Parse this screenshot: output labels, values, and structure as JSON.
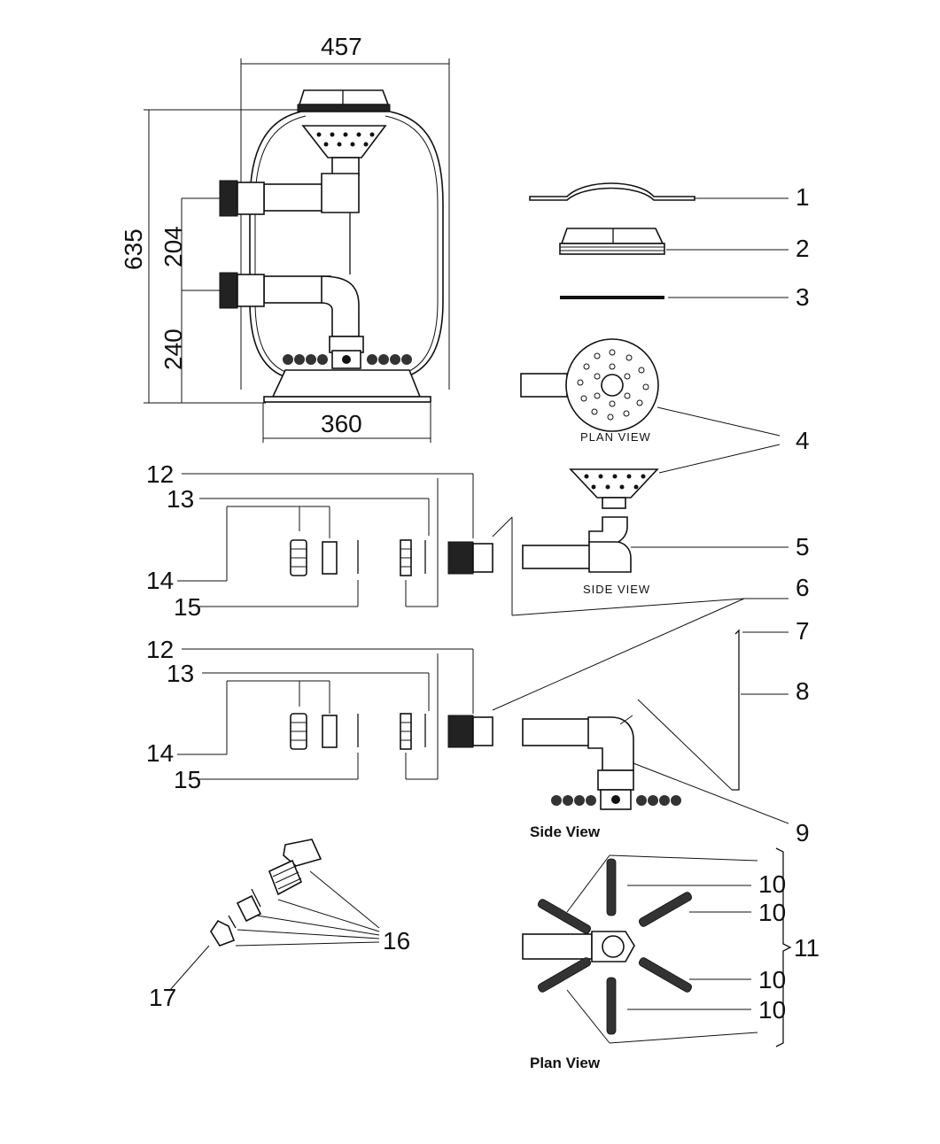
{
  "dimensions": {
    "width_top": "457",
    "height_total": "635",
    "height_upper": "204",
    "height_lower": "240",
    "width_base": "360"
  },
  "part_numbers": {
    "p1": "1",
    "p2": "2",
    "p3": "3",
    "p4": "4",
    "p5": "5",
    "p6": "6",
    "p7": "7",
    "p8": "8",
    "p9": "9",
    "p10": "10",
    "p11": "11",
    "p12": "12",
    "p13": "13",
    "p14": "14",
    "p15": "15",
    "p16": "16",
    "p17": "17"
  },
  "captions": {
    "plan_view_upper": "PLAN VIEW",
    "side_view_upper": "SIDE VIEW",
    "side_view_lower": "Side View",
    "plan_view_lower": "Plan View"
  }
}
